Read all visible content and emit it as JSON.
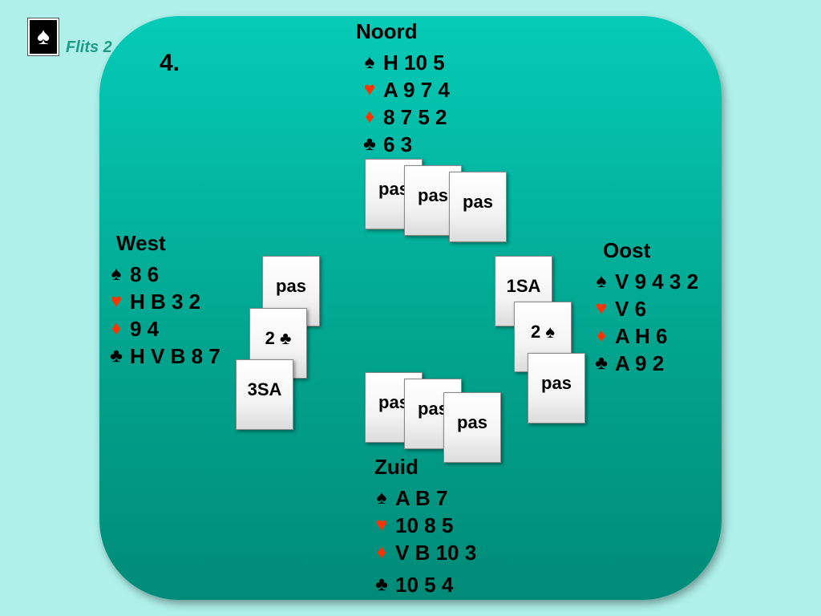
{
  "header": {
    "logo_glyph": "♠",
    "flits": "Flits 2",
    "board_number": "4."
  },
  "colors": {
    "background": "#aff0ea",
    "table_top": "#05cbb7",
    "table_bottom": "#008b78",
    "red_suit": "#ff3300"
  },
  "hands": {
    "north": {
      "name": "Noord",
      "spades": {
        "symbol": "♠",
        "cards": "H 10 5"
      },
      "hearts": {
        "symbol": "♥",
        "cards": "A 9 7 4"
      },
      "diamonds": {
        "symbol": "♦",
        "cards": "8 7 5 2"
      },
      "clubs": {
        "symbol": "♣",
        "cards": "6 3"
      }
    },
    "west": {
      "name": "West",
      "spades": {
        "symbol": "♠",
        "cards": "8 6"
      },
      "hearts": {
        "symbol": "♥",
        "cards": "H B 3 2"
      },
      "diamonds": {
        "symbol": "♦",
        "cards": "9 4"
      },
      "clubs": {
        "symbol": "♣",
        "cards": "H V B 8 7"
      }
    },
    "east": {
      "name": "Oost",
      "spades": {
        "symbol": "♠",
        "cards": "V 9 4 3 2"
      },
      "hearts": {
        "symbol": "♥",
        "cards": "V 6"
      },
      "diamonds": {
        "symbol": "♦",
        "cards": "A H 6"
      },
      "clubs": {
        "symbol": "♣",
        "cards": "A 9 2"
      }
    },
    "south": {
      "name": "Zuid",
      "spades": {
        "symbol": "♠",
        "cards": "A B 7"
      },
      "hearts": {
        "symbol": "♥",
        "cards": "10 8 5"
      },
      "diamonds": {
        "symbol": "♦",
        "cards": "V B 10 3"
      },
      "clubs": {
        "symbol": "♣",
        "cards": "10 5 4"
      }
    }
  },
  "bids": {
    "north": [
      "pas",
      "pas",
      "pas"
    ],
    "west": [
      "pas",
      "2 ♣",
      "3SA"
    ],
    "east": [
      "1SA",
      "2 ♠",
      "pas"
    ],
    "south": [
      "pas",
      "pas",
      "pas"
    ]
  }
}
